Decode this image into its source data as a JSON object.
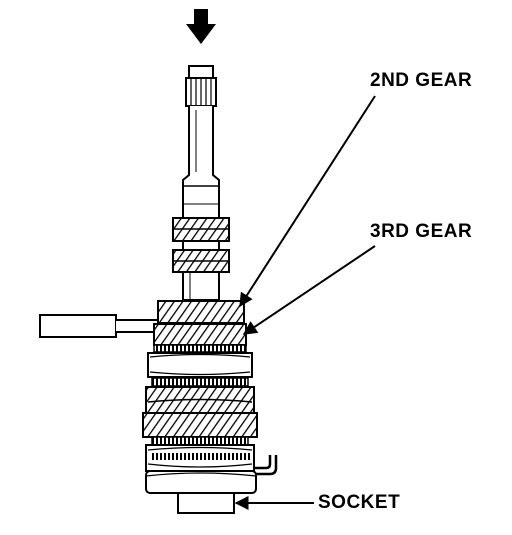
{
  "labels": {
    "second_gear": "2ND GEAR",
    "third_gear": "3RD GEAR",
    "socket": "SOCKET"
  },
  "colors": {
    "ink": "#000000",
    "paper": "#ffffff"
  },
  "icons": [
    "press-direction-arrow-icon"
  ]
}
